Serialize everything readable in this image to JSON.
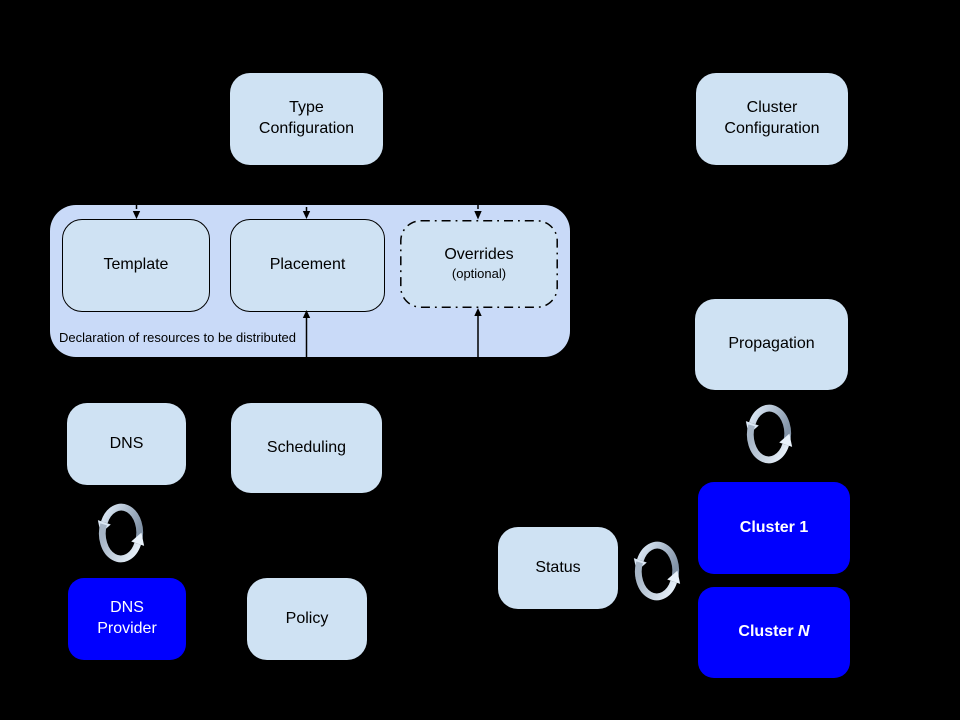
{
  "palette": {
    "canvas_bg": "#000000",
    "light_box": "#cfe2f3",
    "container_box": "#c9daf8",
    "blue_box": "#0000ff",
    "blue_box_text": "#ffffff",
    "line": "#000000",
    "sync_dark": "#8394a8",
    "sync_light": "#e9f2fb"
  },
  "boxes": {
    "type_configuration": {
      "label": "Type\nConfiguration"
    },
    "cluster_configuration": {
      "label": "Cluster\nConfiguration"
    },
    "template": {
      "label": "Template"
    },
    "placement": {
      "label": "Placement"
    },
    "overrides": {
      "label": "Overrides",
      "sublabel": "(optional)"
    },
    "dns": {
      "label": "DNS"
    },
    "scheduling": {
      "label": "Scheduling"
    },
    "dns_provider": {
      "label": "DNS\nProvider"
    },
    "policy": {
      "label": "Policy"
    },
    "propagation": {
      "label": "Propagation"
    },
    "status": {
      "label": "Status"
    },
    "cluster_1": {
      "label": "Cluster 1"
    },
    "cluster_n": {
      "label_prefix": "Cluster ",
      "label_suffix": "N"
    }
  },
  "container": {
    "caption": "Declaration of resources to be distributed"
  },
  "icons": {
    "sync": "sync-arrows-icon"
  }
}
